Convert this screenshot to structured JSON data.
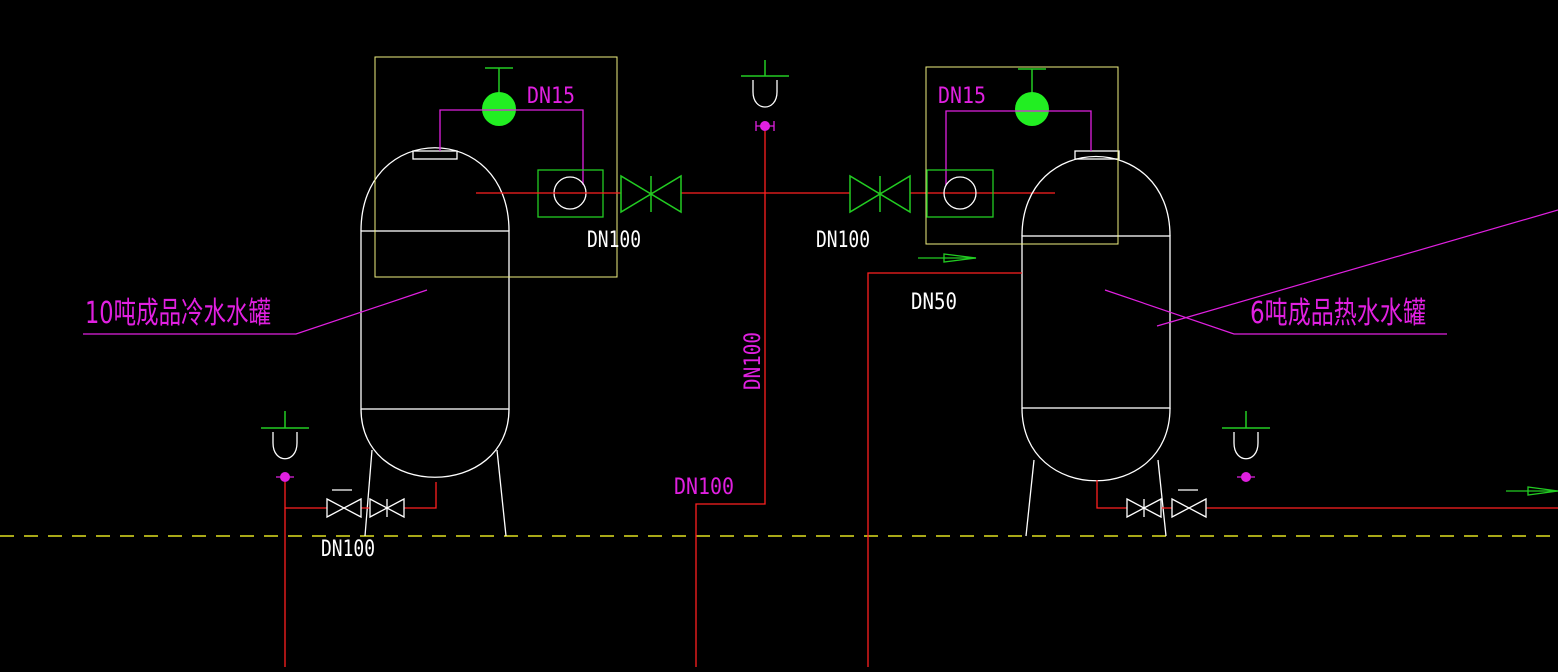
{
  "labels": {
    "cold_tank": "10吨成品冷水水罐",
    "hot_tank": "6吨成品热水水罐",
    "dn15_left": "DN15",
    "dn15_right": "DN15",
    "dn100_left_valve": "DN100",
    "dn100_right_valve": "DN100",
    "dn100_vertical": "DN100",
    "dn100_bottom_mid": "DN100",
    "dn100_bottom_left": "DN100",
    "dn50": "DN50"
  },
  "colors": {
    "background": "#000000",
    "pipe": "#ff2020",
    "tank": "#ffffff",
    "valve": "#22cc22",
    "label_magenta": "#e020e0",
    "box": "#f0f080",
    "gauge": "#22ee22",
    "ground_line": "#e0e020"
  }
}
